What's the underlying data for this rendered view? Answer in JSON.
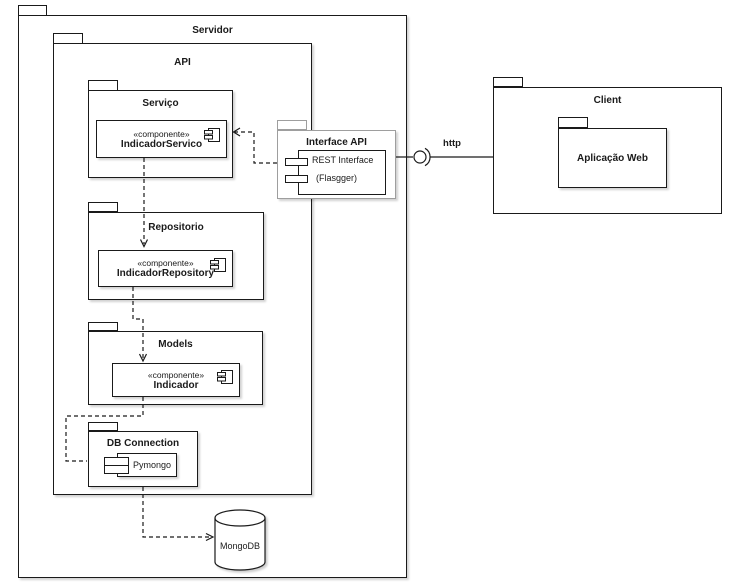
{
  "diagram": {
    "packages": {
      "servidor": {
        "title": "Servidor"
      },
      "api": {
        "title": "API"
      },
      "servico": {
        "title": "Serviço"
      },
      "repositorio": {
        "title": "Repositorio"
      },
      "models": {
        "title": "Models"
      },
      "db_connection": {
        "title": "DB Connection"
      },
      "interface_api": {
        "title": "Interface API"
      },
      "client": {
        "title": "Client"
      },
      "aplicacao_web": {
        "title": "Aplicação Web"
      }
    },
    "components": {
      "indicador_servico": {
        "stereotype": "«componente»",
        "name": "IndicadorServico"
      },
      "indicador_repository": {
        "stereotype": "«componente»",
        "name": "IndicadorRepository"
      },
      "indicador": {
        "stereotype": "«componente»",
        "name": "Indicador"
      }
    },
    "interface_api_items": {
      "rest": "REST Interface",
      "flasgger": "(Flasgger)"
    },
    "pymongo_label": "Pymongo",
    "database": {
      "name": "MongoDB"
    },
    "connector_http_label": "http",
    "colors": {
      "stroke": "#1a1a1a",
      "interface_api_border": "#9e9e9e",
      "fill": "#ffffff",
      "shadow": "rgba(0,0,0,0.18)"
    }
  }
}
